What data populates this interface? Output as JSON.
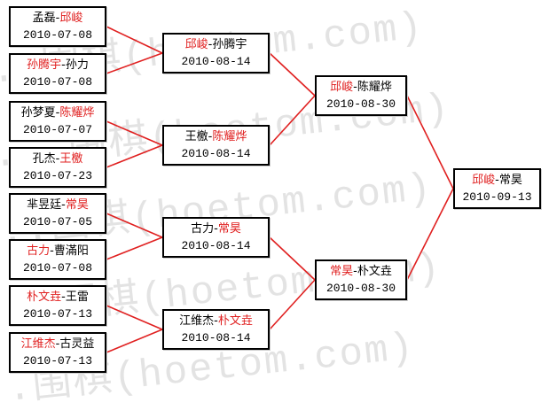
{
  "watermark_text": "...围棋(hoetom.com)",
  "line_color": "#e02020",
  "winner_color": "#e02020",
  "round1": [
    {
      "p1": "孟磊",
      "p2": "邱峻",
      "winner": 2,
      "date": "2010-07-08"
    },
    {
      "p1": "孙腾宇",
      "p2": "孙力",
      "winner": 1,
      "date": "2010-07-08"
    },
    {
      "p1": "孙梦夏",
      "p2": "陈耀烨",
      "winner": 2,
      "date": "2010-07-07"
    },
    {
      "p1": "孔杰",
      "p2": "王檄",
      "winner": 2,
      "date": "2010-07-23"
    },
    {
      "p1": "芈昱廷",
      "p2": "常昊",
      "winner": 2,
      "date": "2010-07-05"
    },
    {
      "p1": "古力",
      "p2": "曹滿阳",
      "winner": 1,
      "date": "2010-07-08"
    },
    {
      "p1": "朴文垚",
      "p2": "王雷",
      "winner": 1,
      "date": "2010-07-13"
    },
    {
      "p1": "江维杰",
      "p2": "古灵益",
      "winner": 1,
      "date": "2010-07-13"
    }
  ],
  "round2": [
    {
      "p1": "邱峻",
      "p2": "孙腾宇",
      "winner": 1,
      "date": "2010-08-14"
    },
    {
      "p1": "王檄",
      "p2": "陈耀烨",
      "winner": 2,
      "date": "2010-08-14"
    },
    {
      "p1": "古力",
      "p2": "常昊",
      "winner": 2,
      "date": "2010-08-14"
    },
    {
      "p1": "江维杰",
      "p2": "朴文垚",
      "winner": 2,
      "date": "2010-08-14"
    }
  ],
  "round3": [
    {
      "p1": "邱峻",
      "p2": "陈耀烨",
      "winner": 1,
      "date": "2010-08-30"
    },
    {
      "p1": "常昊",
      "p2": "朴文垚",
      "winner": 1,
      "date": "2010-08-30"
    }
  ],
  "final": [
    {
      "p1": "邱峻",
      "p2": "常昊",
      "winner": 1,
      "date": "2010-09-13"
    }
  ]
}
